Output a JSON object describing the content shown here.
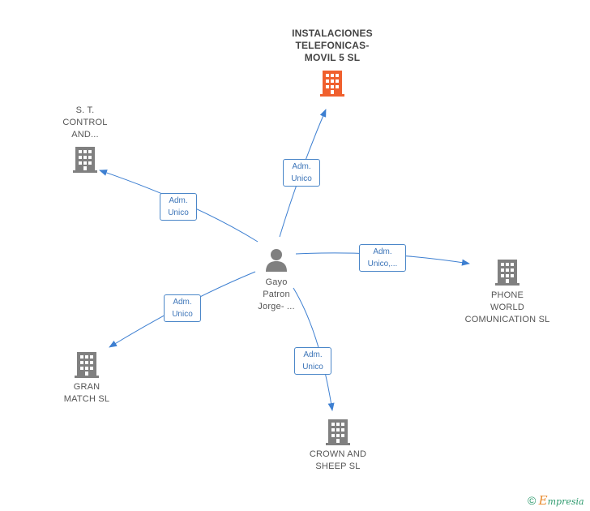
{
  "nodes": {
    "center": {
      "name": "Gayo\nPatron\nJorge- ...",
      "icon": "person-icon",
      "color": "#808080"
    },
    "instalaciones": {
      "name": "INSTALACIONES\nTELEFONICAS-\nMOVIL 5 SL",
      "icon": "building-icon",
      "color": "#f0602e"
    },
    "st_control": {
      "name": "S. T.\nCONTROL\nAND...",
      "icon": "building-icon",
      "color": "#808080"
    },
    "phone_world": {
      "name": "PHONE\nWORLD\nCOMUNICATION SL",
      "icon": "building-icon",
      "color": "#808080"
    },
    "gran_match": {
      "name": "GRAN\nMATCH SL",
      "icon": "building-icon",
      "color": "#808080"
    },
    "crown_sheep": {
      "name": "CROWN AND\nSHEEP SL",
      "icon": "building-icon",
      "color": "#808080"
    }
  },
  "edges": {
    "to_instalaciones": "Adm.\nUnico",
    "to_st_control": "Adm.\nUnico",
    "to_phone_world": "Adm.\nUnico,...",
    "to_gran_match": "Adm.\nUnico",
    "to_crown_sheep": "Adm.\nUnico"
  },
  "colors": {
    "edge": "#3d7fd1",
    "label_border": "#4a86c8"
  },
  "footer": {
    "copyright": "©",
    "brand_initial": "E",
    "brand_rest": "mpresia"
  }
}
